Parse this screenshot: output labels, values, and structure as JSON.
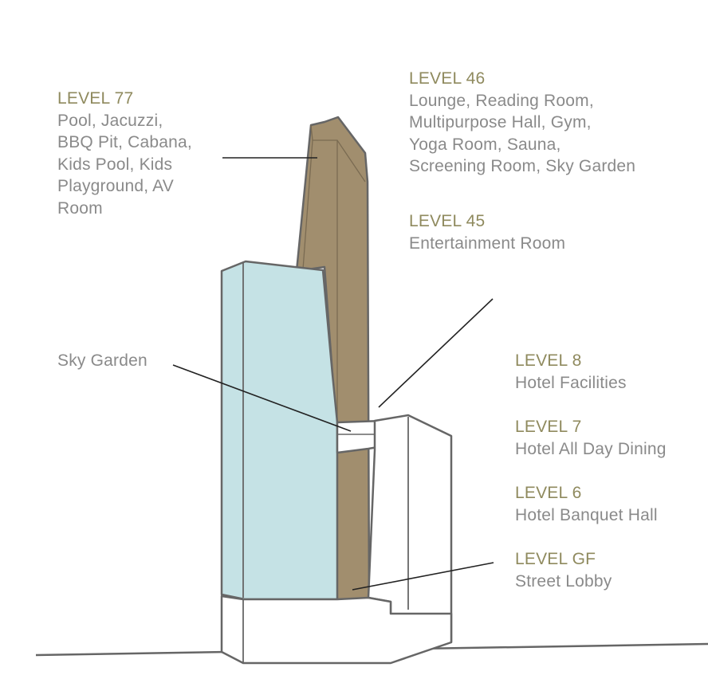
{
  "colors": {
    "level_heading": "#8f8a5e",
    "description": "#8a8a8a",
    "tower_brown": "#a18e6e",
    "tower_blue": "#c5e2e5",
    "outline": "#666666",
    "leader_line": "#222222"
  },
  "labels": {
    "level77": {
      "level": "LEVEL 77",
      "lines": [
        "Pool, Jacuzzi,",
        "BBQ Pit, Cabana,",
        "Kids Pool, Kids",
        "Playground, AV",
        "Room"
      ]
    },
    "level46": {
      "level": "LEVEL 46",
      "lines": [
        "Lounge, Reading Room,",
        "Multipurpose Hall, Gym,",
        "Yoga Room, Sauna,",
        "Screening Room, Sky Garden"
      ]
    },
    "level45": {
      "level": "LEVEL 45",
      "lines": [
        "Entertainment Room"
      ]
    },
    "sky_garden": {
      "text": "Sky Garden"
    },
    "level8": {
      "level": "LEVEL 8",
      "lines": [
        "Hotel Facilities"
      ]
    },
    "level7": {
      "level": "LEVEL 7",
      "lines": [
        "Hotel All Day Dining"
      ]
    },
    "level6": {
      "level": "LEVEL 6",
      "lines": [
        "Hotel Banquet Hall"
      ]
    },
    "levelGF": {
      "level": "LEVEL GF",
      "lines": [
        "Street Lobby"
      ]
    }
  }
}
